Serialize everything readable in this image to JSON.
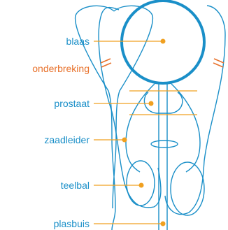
{
  "labels": {
    "blaas": "blaas",
    "onderbreking": "onderbreking",
    "prostaat": "prostaat",
    "zaadleider": "zaadleider",
    "teelbal": "teelbal",
    "plasbuis": "plasbuis"
  },
  "colors": {
    "outline": "#1a8fc8",
    "label_blue": "#1a8fc8",
    "label_accent": "#e8722c",
    "leader_line": "#f0a020",
    "marker": "#f0a020",
    "cut_mark": "#e8722c"
  }
}
